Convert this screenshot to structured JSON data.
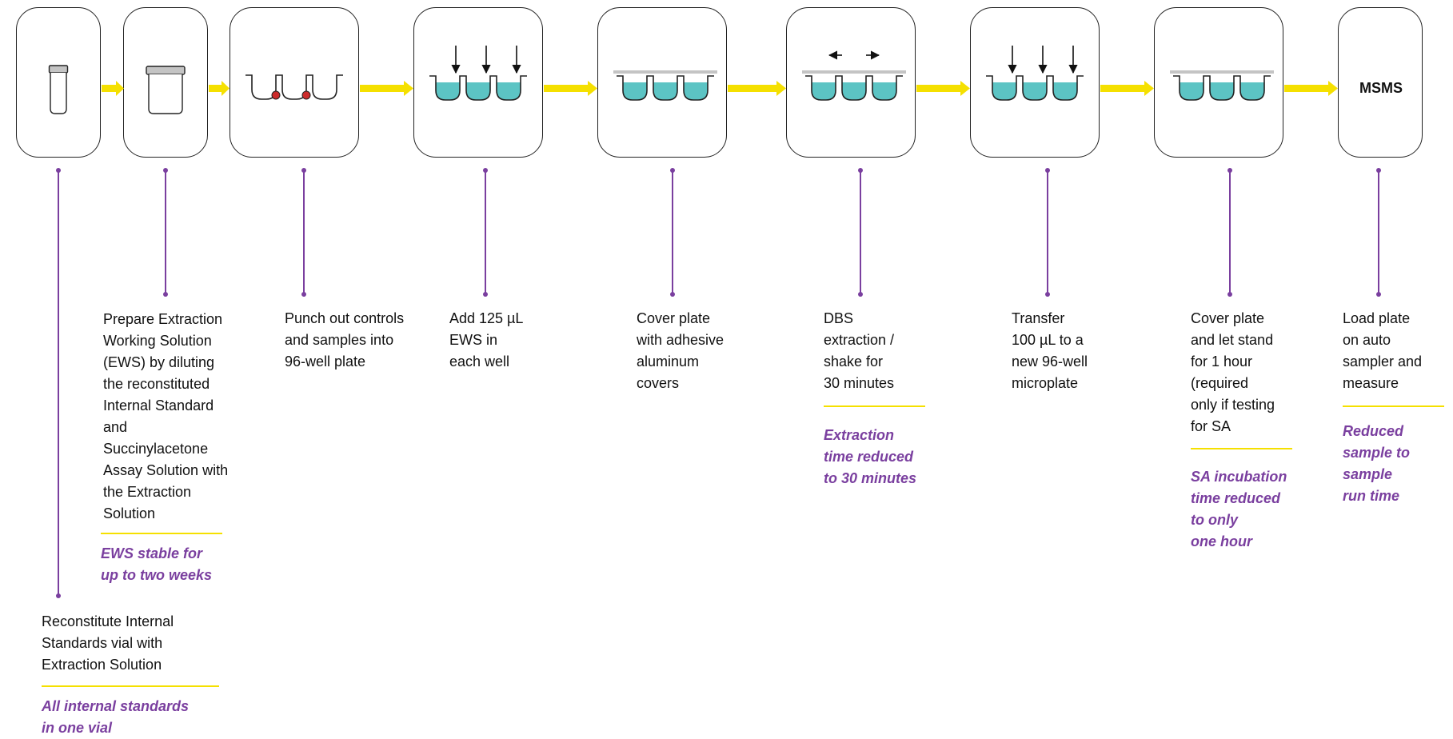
{
  "colors": {
    "accent_yellow": "#f5e000",
    "purple": "#7a3f9f",
    "well_fill": "#5cc4c4",
    "punch_red": "#cc2a2a",
    "cover_gray": "#c4c4c4"
  },
  "steps": [
    {
      "id": "reconstitute",
      "icon": "vial-icon",
      "text": "Reconstitute Internal\nStandards vial with\nExtraction Solution",
      "note": "All internal standards\nin one vial"
    },
    {
      "id": "prepare-ews",
      "icon": "jar-icon",
      "text": "Prepare Extraction\nWorking Solution\n(EWS) by diluting\nthe reconstituted\nInternal Standard\nand\nSuccinylacetone\nAssay Solution with\nthe Extraction\nSolution",
      "note": "EWS stable for\nup to two weeks"
    },
    {
      "id": "punch",
      "icon": "punched-wells-icon",
      "text": "Punch out controls\nand samples into\n96-well plate"
    },
    {
      "id": "add-ews",
      "icon": "add-liquid-wells-icon",
      "text": "Add 125 µL\nEWS in\neach well"
    },
    {
      "id": "cover",
      "icon": "covered-wells-icon",
      "text": "Cover plate\nwith adhesive\naluminum\ncovers"
    },
    {
      "id": "extract",
      "icon": "shake-wells-icon",
      "text": "DBS\nextraction /\nshake for\n30 minutes",
      "note": "Extraction\ntime reduced\nto 30 minutes"
    },
    {
      "id": "transfer",
      "icon": "transfer-wells-icon",
      "text": "Transfer\n100 µL to a\nnew 96-well\nmicroplate"
    },
    {
      "id": "stand",
      "icon": "covered-wells-icon",
      "text": "Cover plate\nand let stand\nfor 1 hour\n(required\nonly if testing\nfor SA",
      "note": "SA incubation\ntime reduced\nto only\none hour"
    },
    {
      "id": "msms",
      "label": "MSMS",
      "text": "Load plate\non auto\nsampler and\nmeasure",
      "note": "Reduced\nsample to\nsample\nrun time"
    }
  ]
}
